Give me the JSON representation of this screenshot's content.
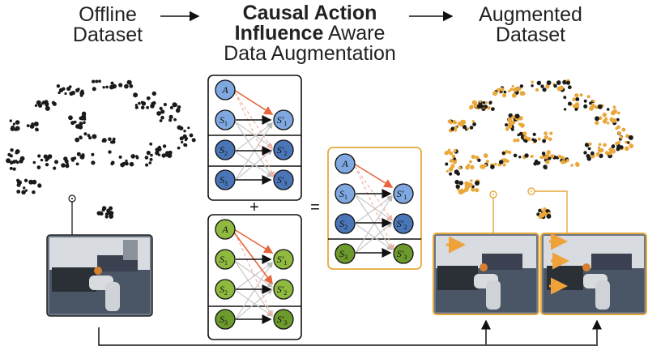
{
  "titles": {
    "offline_line1": "Offline",
    "offline_line2": "Dataset",
    "causal_bold1": "Causal Action",
    "causal_bold2": "Influence",
    "causal_rest2": " Aware",
    "causal_line3": "Data Augmentation",
    "augmented_line1": "Augmented",
    "augmented_line2": "Dataset"
  },
  "operators": {
    "plus": "+",
    "equals": "="
  },
  "nodes": {
    "action": "A",
    "s1": "S",
    "s1_sub": "1",
    "s2": "S",
    "s2_sub": "2",
    "s3": "S",
    "s3_sub": "3",
    "s1n": "S′",
    "s1n_sub": "1",
    "s2n": "S′",
    "s2n_sub": "2",
    "s3n": "S′",
    "s3n_sub": "3"
  },
  "colors": {
    "blue_light": "#7fa8e0",
    "blue_dark": "#4a76b8",
    "green_light": "#8fb93f",
    "green_dark": "#6d9a2c",
    "orange": "#e6a93a",
    "action_edge": "#e8643c",
    "scatter_black": "#1a1a1a",
    "scatter_orange": "#eaa73a"
  },
  "icons": [
    "crosshair-icon",
    "arrow-right-icon",
    "robot-scene-image"
  ]
}
